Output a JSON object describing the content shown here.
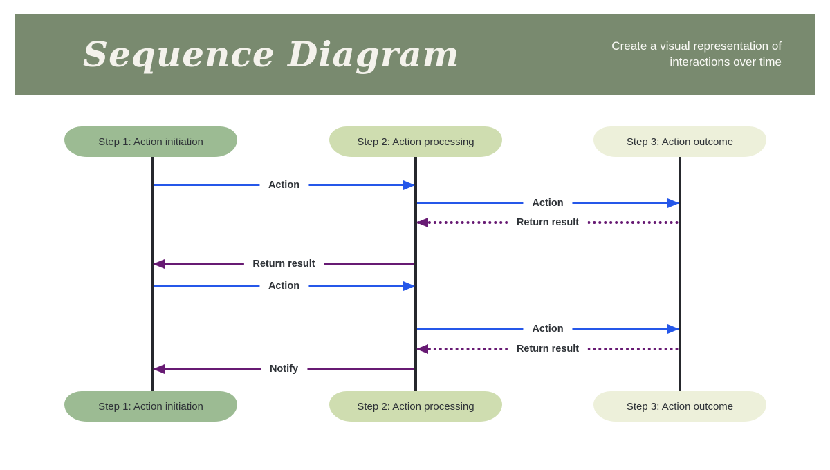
{
  "header": {
    "title": "Sequence Diagram",
    "subtitle_line1": "Create a visual representation of",
    "subtitle_line2": "interactions over time",
    "bg_color": "#798a6f",
    "title_color": "#f4f2ec"
  },
  "colors": {
    "action_arrow": "#2557e9",
    "return_arrow": "#671a73",
    "lifeline": "#26282d",
    "label_text": "#2e3237"
  },
  "actors": [
    {
      "label": "Step 1: Action initiation",
      "fill": "#9cbb93"
    },
    {
      "label": "Step 2: Action processing",
      "fill": "#cfddb0"
    },
    {
      "label": "Step 3: Action outcome",
      "fill": "#edf0da"
    }
  ],
  "messages": [
    {
      "label": "Action",
      "from": "Step 1: Action initiation",
      "to": "Step 2: Action processing",
      "line": "solid",
      "direction": "right",
      "color": "#2557e9"
    },
    {
      "label": "Action",
      "from": "Step 2: Action processing",
      "to": "Step 3: Action outcome",
      "line": "solid",
      "direction": "right",
      "color": "#2557e9"
    },
    {
      "label": "Return result",
      "from": "Step 3: Action outcome",
      "to": "Step 2: Action processing",
      "line": "dotted",
      "direction": "left",
      "color": "#671a73"
    },
    {
      "label": "Return result",
      "from": "Step 2: Action processing",
      "to": "Step 1: Action initiation",
      "line": "solid",
      "direction": "left",
      "color": "#671a73"
    },
    {
      "label": "Action",
      "from": "Step 1: Action initiation",
      "to": "Step 2: Action processing",
      "line": "solid",
      "direction": "right",
      "color": "#2557e9"
    },
    {
      "label": "Action",
      "from": "Step 2: Action processing",
      "to": "Step 3: Action outcome",
      "line": "solid",
      "direction": "right",
      "color": "#2557e9"
    },
    {
      "label": "Return result",
      "from": "Step 3: Action outcome",
      "to": "Step 2: Action processing",
      "line": "dotted",
      "direction": "left",
      "color": "#671a73"
    },
    {
      "label": "Notify",
      "from": "Step 2: Action processing",
      "to": "Step 1: Action initiation",
      "line": "solid",
      "direction": "left",
      "color": "#671a73"
    }
  ]
}
